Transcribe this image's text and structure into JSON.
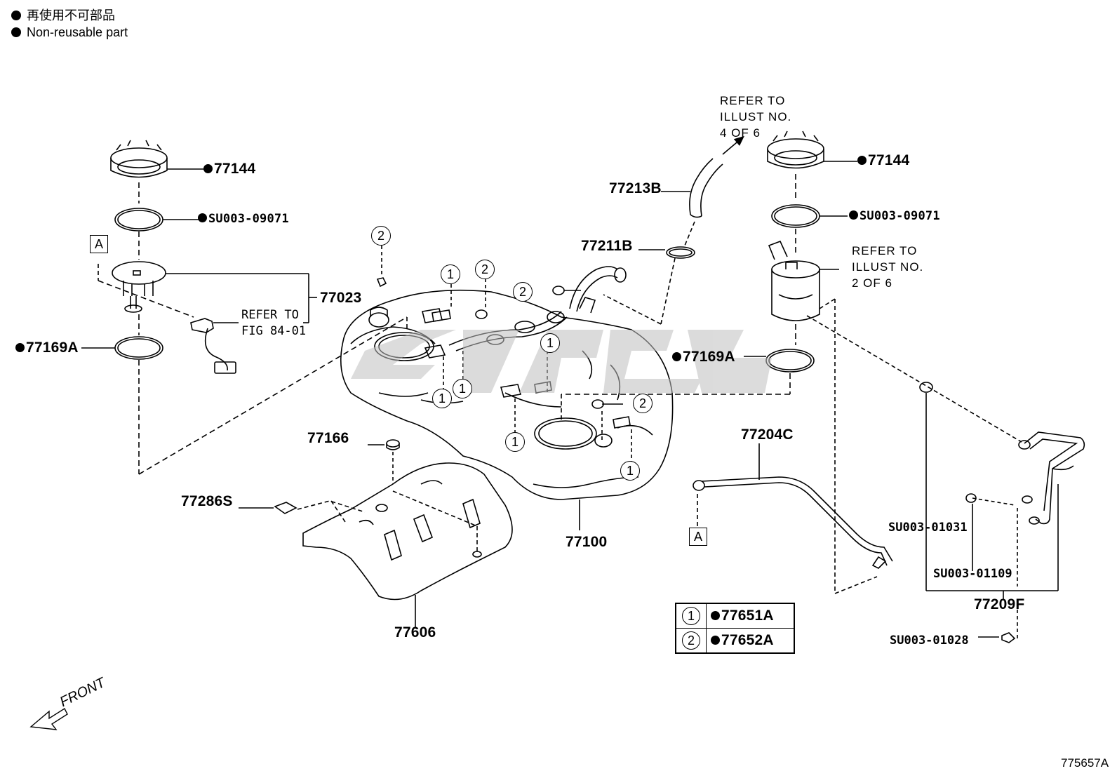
{
  "legend": {
    "jp": "再使用不可部品",
    "en": "Non-reusable part"
  },
  "parts": {
    "p77144_left": "77144",
    "su_09071_left": "SU003-09071",
    "p77023": "77023",
    "p77169A_left": "77169A",
    "refer_fig": {
      "line1": "REFER TO",
      "line2": "FIG 84-01"
    },
    "p77213B": "77213B",
    "p77211B": "77211B",
    "refer_4of6": {
      "line1": "REFER TO",
      "line2": "ILLUST NO.",
      "line3": "4 OF 6"
    },
    "p77144_right": "77144",
    "su_09071_right": "SU003-09071",
    "refer_2of6": {
      "line1": "REFER TO",
      "line2": "ILLUST NO.",
      "line3": "2 OF 6"
    },
    "p77169A_right": "77169A",
    "p77166": "77166",
    "p77286S": "77286S",
    "p77100": "77100",
    "p77606": "77606",
    "p77204C": "77204C",
    "su_01031": "SU003-01031",
    "su_01109": "SU003-01109",
    "p77209F": "77209F",
    "su_01028": "SU003-01028"
  },
  "callouts": {
    "box_a": "A",
    "one": "1",
    "two": "2"
  },
  "key": [
    {
      "num": "1",
      "part": "77651A"
    },
    {
      "num": "2",
      "part": "77652A"
    }
  ],
  "front_label": "FRONT",
  "illustration_code": "775657A"
}
